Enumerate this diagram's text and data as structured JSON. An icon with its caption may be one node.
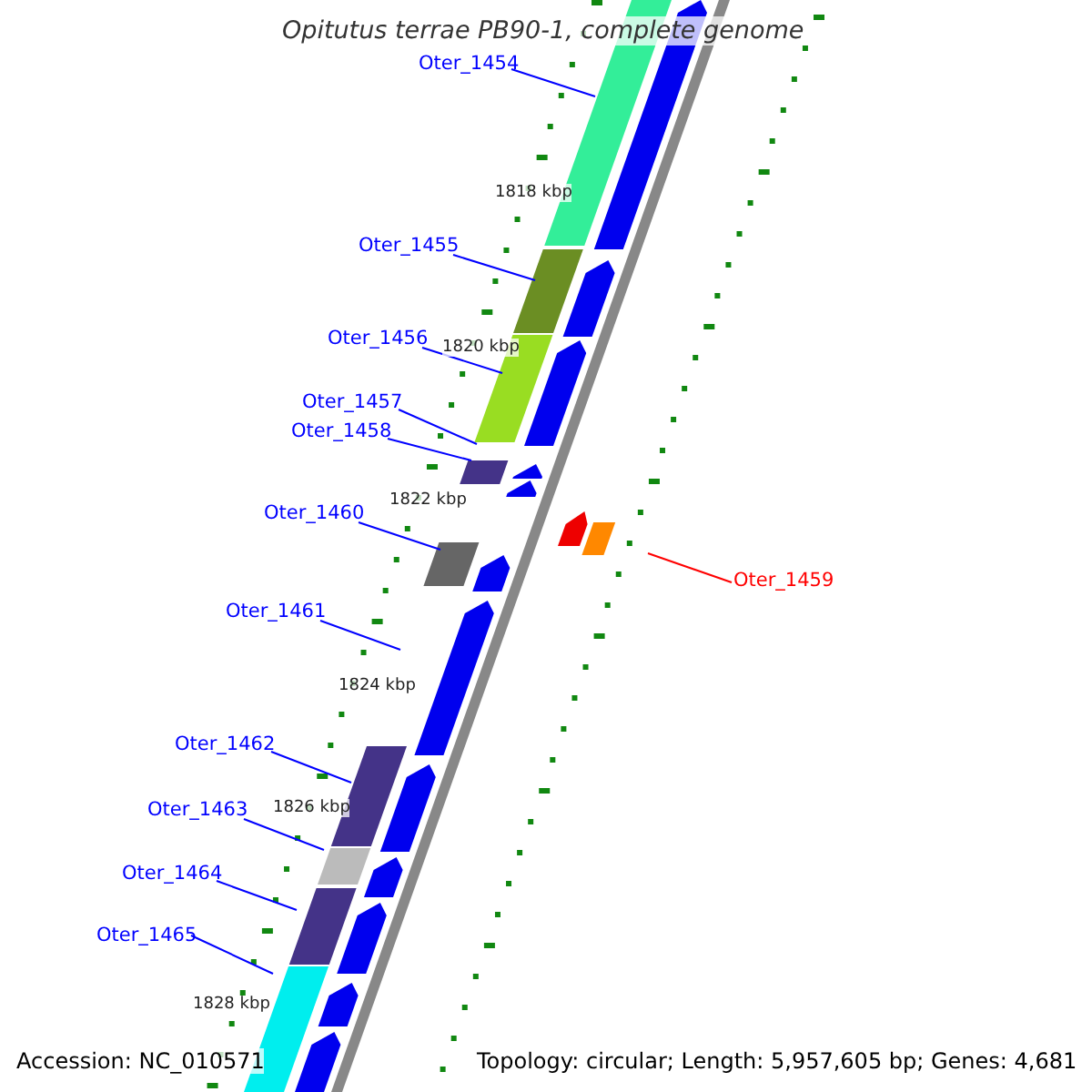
{
  "diagram": {
    "title": "Opitutus terrae PB90-1, complete genome",
    "nodes": [
      {
        "text": [
          "Oter_1454"
        ]
      },
      {
        "text": [
          "Oter_1455"
        ]
      },
      {
        "text": [
          "Oter_1456"
        ]
      },
      {
        "text": [
          "Oter_1457"
        ]
      },
      {
        "text": [
          "Oter_1458"
        ]
      },
      {
        "text": [
          "Oter_1460"
        ]
      },
      {
        "text": [
          "Oter_1459"
        ]
      },
      {
        "text": [
          "Oter_1461"
        ]
      },
      {
        "text": [
          "Oter_1462"
        ]
      },
      {
        "text": [
          "Oter_1463"
        ]
      },
      {
        "text": [
          "Oter_1464"
        ]
      },
      {
        "text": [
          "Oter_1465"
        ]
      }
    ],
    "edges": [
      {
        "from": 0,
        "to": null,
        "arrow": "none"
      },
      {
        "from": 1,
        "to": null,
        "arrow": "none"
      },
      {
        "from": 2,
        "to": null,
        "arrow": "none"
      },
      {
        "from": 3,
        "to": null,
        "arrow": "none"
      },
      {
        "from": 4,
        "to": null,
        "arrow": "none"
      },
      {
        "from": 5,
        "to": null,
        "arrow": "none"
      },
      {
        "from": 6,
        "to": null,
        "arrow": "none",
        "color": "#ff0000"
      },
      {
        "from": 7,
        "to": null,
        "arrow": "none"
      },
      {
        "from": 8,
        "to": null,
        "arrow": "none"
      },
      {
        "from": 9,
        "to": null,
        "arrow": "none"
      },
      {
        "from": 10,
        "to": null,
        "arrow": "none"
      },
      {
        "from": 11,
        "to": null,
        "arrow": "none"
      }
    ],
    "labels": [
      "1818 kbp",
      "1820 kbp",
      "1822 kbp",
      "1824 kbp",
      "1826 kbp",
      "1828 kbp",
      "Accession: NC_010571",
      "Topology: circular; Length: 5,957,605 bp; Genes: 4,681"
    ]
  }
}
